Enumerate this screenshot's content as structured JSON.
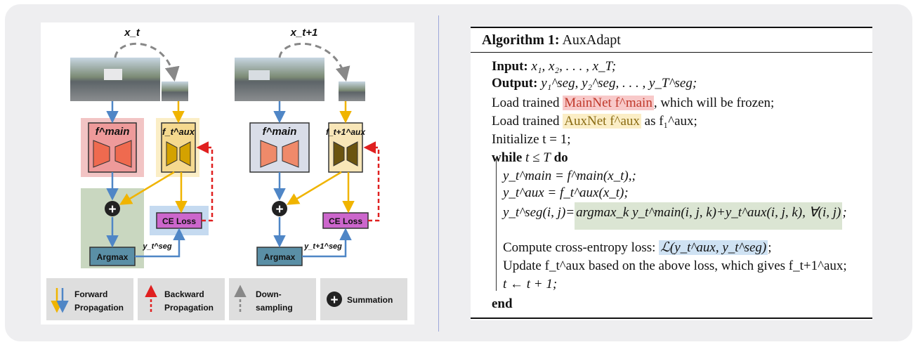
{
  "diagram": {
    "frame_labels": [
      "x_t",
      "x_t+1"
    ],
    "main_labels": [
      "f^main",
      "f^main"
    ],
    "aux_labels": [
      "f_t^aux",
      "f_t+1^aux"
    ],
    "ce_loss_labels": [
      "CE Loss",
      "CE Loss"
    ],
    "argmax_labels": [
      "Argmax",
      "Argmax"
    ],
    "seg_labels": [
      "y_t^seg",
      "y_t+1^seg"
    ],
    "legend": {
      "forward_line1": "Forward",
      "forward_line2": "Propagation",
      "backward_line1": "Backward",
      "backward_line2": "Propagation",
      "down_line1": "Down-",
      "down_line2": "sampling",
      "sum": "Summation"
    },
    "colors": {
      "forward_blue": "#4f86c6",
      "forward_yellow": "#f0b400",
      "backward_red": "#e02020",
      "main_box": "#ee9a9a",
      "aux_box": "#f5d98f",
      "green_region": "#c9d7c0",
      "ce_loss_fill": "#cc66cc",
      "argmax_fill": "#5a8fa6"
    }
  },
  "algorithm": {
    "title_bold": "Algorithm 1:",
    "title_name": "AuxAdapt",
    "input_label": "Input:",
    "input_value": "x₁, x₂, . . . , x_T;",
    "output_label": "Output:",
    "output_value": "y₁^seg, y₂^seg, . . . , y_T^seg;",
    "load_main_prefix": "Load trained",
    "load_main_highlight": "MainNet f^main",
    "load_main_suffix": ", which will be frozen;",
    "load_aux_prefix": "Load trained",
    "load_aux_highlight": "AuxNet f^aux",
    "load_aux_suffix": "as f₁^aux;",
    "init": "Initialize t = 1;",
    "while_kw": "while",
    "while_cond": "t ≤ T",
    "do_kw": "do",
    "body_main": "y_t^main = f^main(x_t),;",
    "body_aux": "y_t^aux = f_t^aux(x_t);",
    "body_seg_prefix": "y_t^seg(i, j)=",
    "body_seg_highlight": "argmax_k y_t^main(i, j, k)+y_t^aux(i, j, k), ∀(i, j)",
    "body_seg_suffix": ";",
    "loss_prefix": "Compute cross-entropy loss:",
    "loss_highlight": "ℒ(y_t^aux, y_t^seg)",
    "loss_suffix": ";",
    "update": "Update f_t^aux based on the above loss, which gives f_t+1^aux;",
    "increment": "t ← t + 1;",
    "end_kw": "end"
  }
}
